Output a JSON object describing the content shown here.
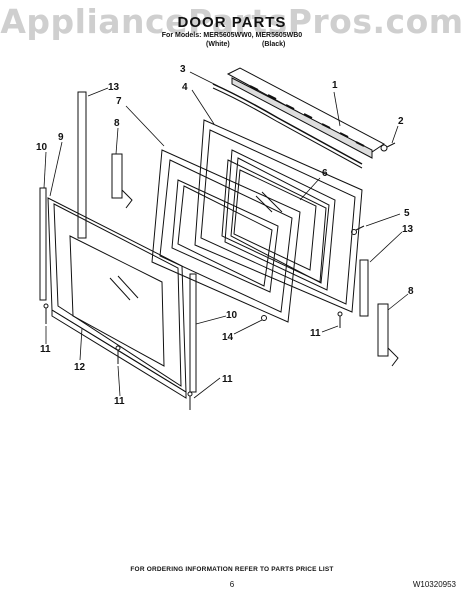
{
  "watermark": "AppliancePartsPros.com",
  "title": "DOOR PARTS",
  "models_line": "For Models: MER5605WW0, MER5605WB0",
  "variants": {
    "white": "(White)",
    "black": "(Black)"
  },
  "callouts": [
    "1",
    "2",
    "3",
    "4",
    "5",
    "6",
    "7",
    "8",
    "8",
    "9",
    "10",
    "10",
    "11",
    "11",
    "11",
    "11",
    "12",
    "13",
    "13",
    "14"
  ],
  "footer": "FOR ORDERING INFORMATION REFER TO PARTS PRICE LIST",
  "page_number": "6",
  "document_number": "W10320953"
}
